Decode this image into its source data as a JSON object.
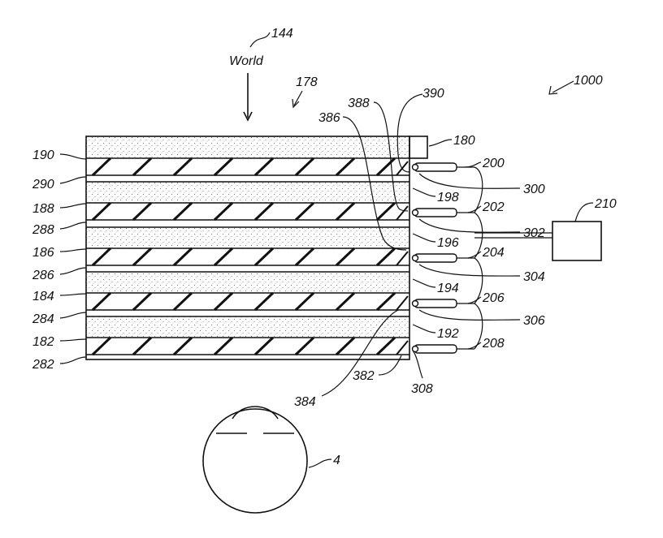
{
  "figure": {
    "labels": {
      "world": "World",
      "ref_144": "144",
      "ref_178": "178",
      "ref_1000": "1000",
      "ref_190": "190",
      "ref_290": "290",
      "ref_188": "188",
      "ref_288": "288",
      "ref_186": "186",
      "ref_286": "286",
      "ref_184": "184",
      "ref_284": "284",
      "ref_182": "182",
      "ref_282": "282",
      "ref_386": "386",
      "ref_388": "388",
      "ref_390": "390",
      "ref_180": "180",
      "ref_200": "200",
      "ref_300": "300",
      "ref_198": "198",
      "ref_202": "202",
      "ref_302": "302",
      "ref_196": "196",
      "ref_204": "204",
      "ref_304": "304",
      "ref_194": "194",
      "ref_206": "206",
      "ref_306": "306",
      "ref_192": "192",
      "ref_208": "208",
      "ref_308": "308",
      "ref_382": "382",
      "ref_384": "384",
      "ref_210": "210",
      "ref_4": "4"
    }
  }
}
